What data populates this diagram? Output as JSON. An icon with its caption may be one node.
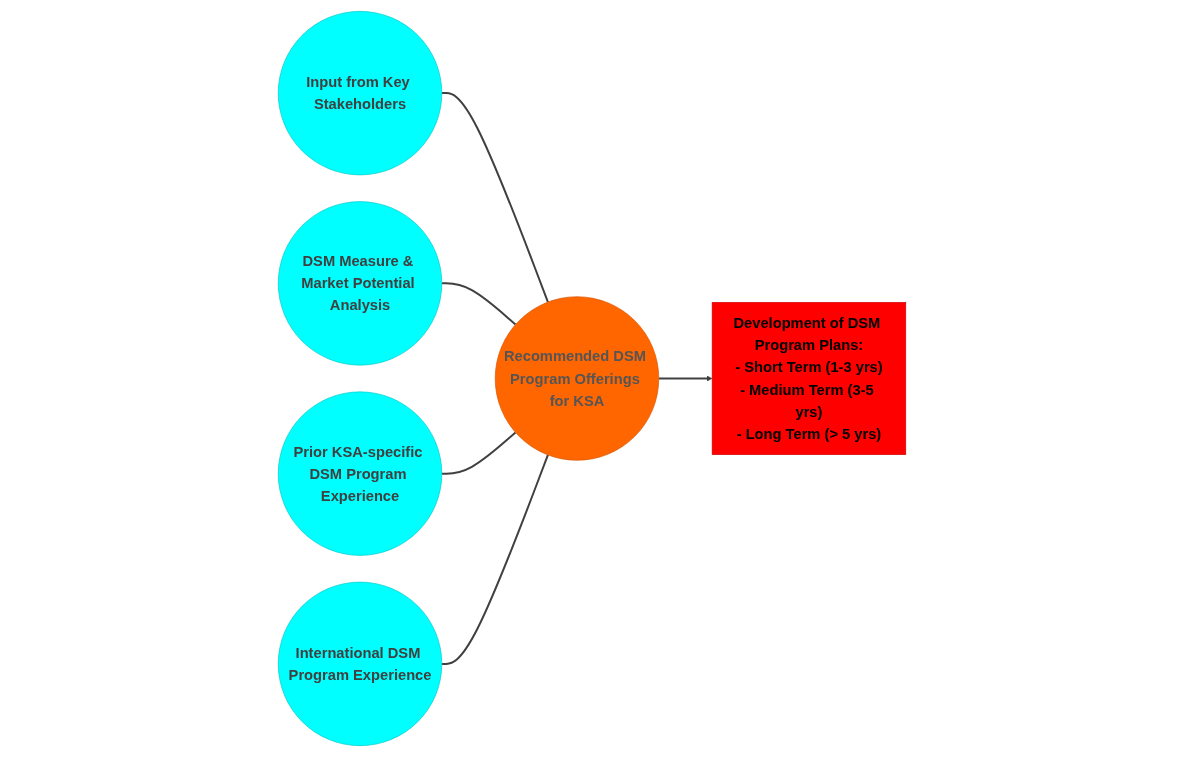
{
  "diagram": {
    "nodes": [
      {
        "text": [
          "Input from Key Stakeholders"
        ]
      },
      {
        "text": [
          "DSM Measure & Market Potential Analysis"
        ]
      },
      {
        "text": [
          "Recommended DSM Program Offerings for KSA"
        ]
      },
      {
        "text": [
          "Development of DSM Program Plans:",
          "- Short Term (1-3 yrs)",
          "- Medium Term (3-5 yrs)",
          "- Long Term (> 5 yrs)"
        ]
      },
      {
        "text": [
          "Prior KSA-specific DSM Program Experience"
        ]
      },
      {
        "text": [
          "International DSM Program Experience"
        ]
      }
    ],
    "edges": [
      {
        "from": 0,
        "to": 2,
        "arrow": "none"
      },
      {
        "from": 1,
        "to": 2,
        "arrow": "none"
      },
      {
        "from": 4,
        "to": 2,
        "arrow": "none"
      },
      {
        "from": 5,
        "to": 2,
        "arrow": "none"
      },
      {
        "from": 2,
        "to": 3,
        "arrow": "to"
      }
    ]
  }
}
